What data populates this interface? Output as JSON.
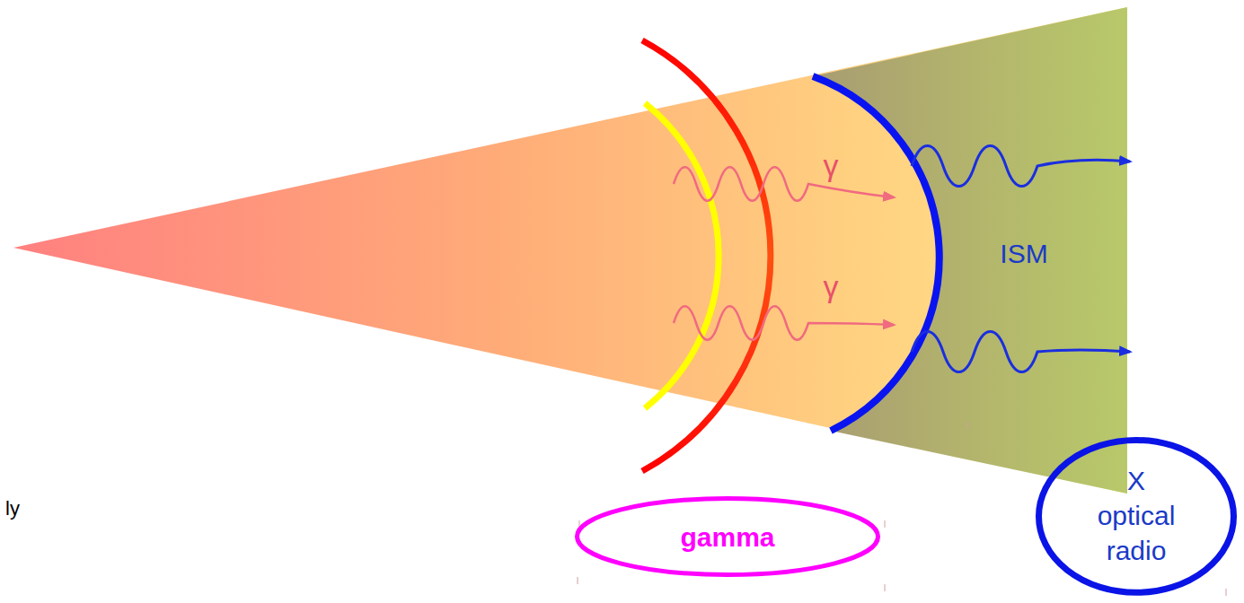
{
  "diagram": {
    "nodes": [
      {
        "text": [
          "gamma"
        ]
      },
      {
        "text": [
          "X optical radio"
        ]
      }
    ],
    "labels": [
      "γ",
      "γ",
      "ISM",
      "ly"
    ]
  }
}
